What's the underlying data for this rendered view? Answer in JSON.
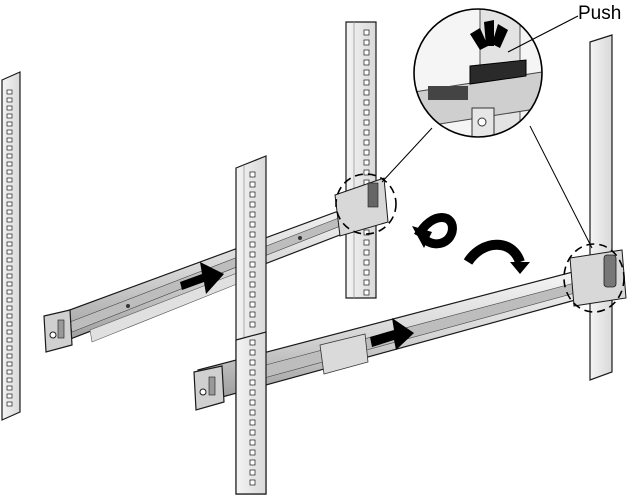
{
  "callout": {
    "label": "Push"
  },
  "colors": {
    "post_fill": "#e9e9e9",
    "post_outline": "#1a1a1a",
    "rail_light": "#f2f2f2",
    "rail_mid": "#cfcfcf",
    "rail_dark": "#8a8a8a",
    "arrow": "#000000",
    "detail_circle_dash": "#000000",
    "background": "#ffffff"
  },
  "icons": {
    "push_arrows": "right-arrow",
    "rotate_arrows": "curved-arrow",
    "impact_marks": "push-burst"
  }
}
